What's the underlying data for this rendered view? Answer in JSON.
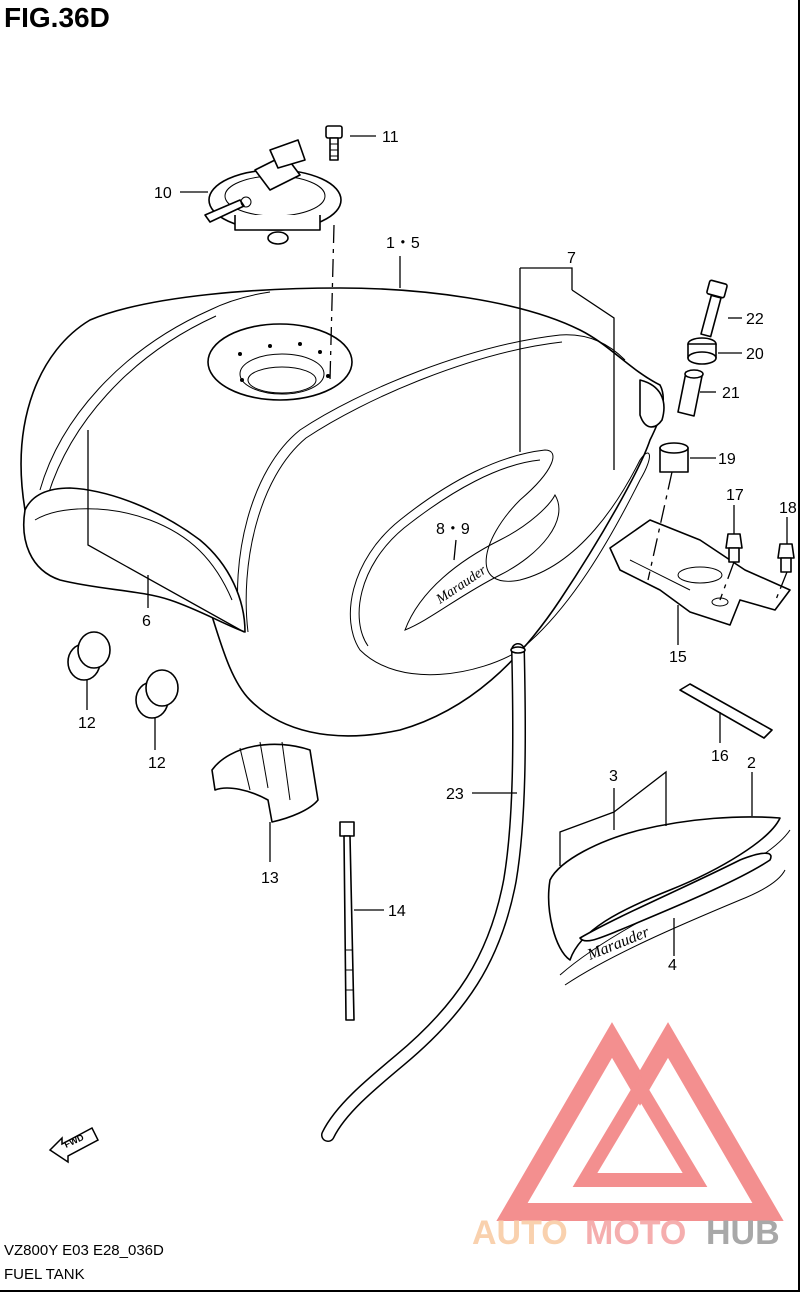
{
  "figure": {
    "title": "FIG.36D"
  },
  "parts": [
    {
      "ref": "1・5"
    },
    {
      "ref": "2"
    },
    {
      "ref": "3"
    },
    {
      "ref": "4"
    },
    {
      "ref": "6"
    },
    {
      "ref": "7"
    },
    {
      "ref": "8・9"
    },
    {
      "ref": "10"
    },
    {
      "ref": "11"
    },
    {
      "ref": "12a",
      "text": "12"
    },
    {
      "ref": "12b",
      "text": "12"
    },
    {
      "ref": "13"
    },
    {
      "ref": "14"
    },
    {
      "ref": "15"
    },
    {
      "ref": "16"
    },
    {
      "ref": "17"
    },
    {
      "ref": "18"
    },
    {
      "ref": "19"
    },
    {
      "ref": "20"
    },
    {
      "ref": "21"
    },
    {
      "ref": "22"
    },
    {
      "ref": "23"
    }
  ],
  "labels": {
    "p1_5": "1・5",
    "p2": "2",
    "p3": "3",
    "p4": "4",
    "p6": "6",
    "p7": "7",
    "p8_9": "8・9",
    "p10": "10",
    "p11": "11",
    "p12a": "12",
    "p12b": "12",
    "p13": "13",
    "p14": "14",
    "p15": "15",
    "p16": "16",
    "p17": "17",
    "p18": "18",
    "p19": "19",
    "p20": "20",
    "p21": "21",
    "p22": "22",
    "p23": "23"
  },
  "emblem_text": "Marauder",
  "fwd_marker": "FWD",
  "watermark": {
    "word1": "AUTO",
    "word2": "MOTO",
    "word3": "HUB",
    "colors": {
      "auto": "#f8c9a0",
      "moto": "#f4a0a0",
      "hub": "#9a9a9a",
      "logo": "#f27c7c"
    }
  },
  "footer": {
    "model_code": "VZ800Y  E03  E28_036D",
    "section_title": "FUEL TANK"
  }
}
